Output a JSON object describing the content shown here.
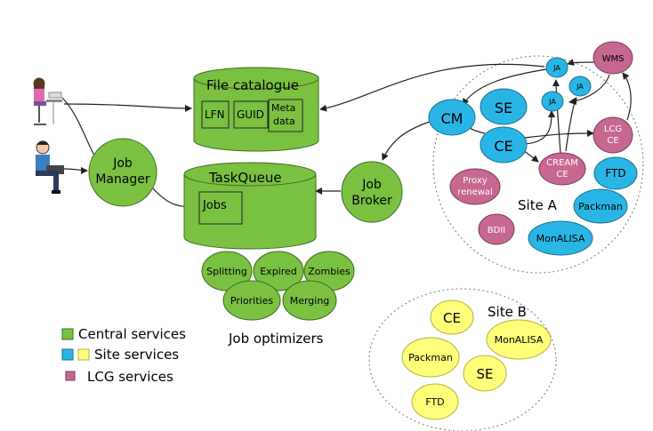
{
  "colors": {
    "central": "#7ac142",
    "central_stroke": "#3d6b1c",
    "site": "#29b6e6",
    "site_stroke": "#1a6f8f",
    "site_yellow": "#ffff7a",
    "lcg": "#c76891",
    "lcg_stroke": "#7a3a55",
    "arrow": "#222222"
  },
  "central": {
    "file_catalogue": {
      "title": "File catalogue",
      "lfn": "LFN",
      "guid": "GUID",
      "meta_1": "Meta",
      "meta_2": "data"
    },
    "task_queue": {
      "title": "TaskQueue",
      "jobs": "Jobs"
    },
    "job_manager": {
      "line1": "Job",
      "line2": "Manager"
    },
    "job_broker": {
      "line1": "Job",
      "line2": "Broker"
    }
  },
  "optimizers": {
    "caption": "Job optimizers",
    "items": [
      "Splitting",
      "Expired",
      "Zombies",
      "Priorities",
      "Merging"
    ]
  },
  "site_a": {
    "label": "Site A",
    "cm": "CM",
    "se": "SE",
    "ce": "CE",
    "ja": "JA",
    "ftd": "FTD",
    "packman": "Packman",
    "monalisa": "MonALISA",
    "proxy_1": "Proxy",
    "proxy_2": "renewal",
    "cream_1": "CREAM",
    "cream_2": "CE",
    "bdii": "BDII",
    "lcg_ce_1": "LCG",
    "lcg_ce_2": "CE",
    "wms": "WMS"
  },
  "site_b": {
    "label": "Site B",
    "ce": "CE",
    "monalisa": "MonALISA",
    "packman": "Packman",
    "se": "SE",
    "ftd": "FTD"
  },
  "legend": {
    "central": "Central services",
    "site": "Site services",
    "lcg": "LCG services"
  },
  "icons": [
    "female-user-at-computer-icon",
    "male-user-with-laptop-icon"
  ]
}
